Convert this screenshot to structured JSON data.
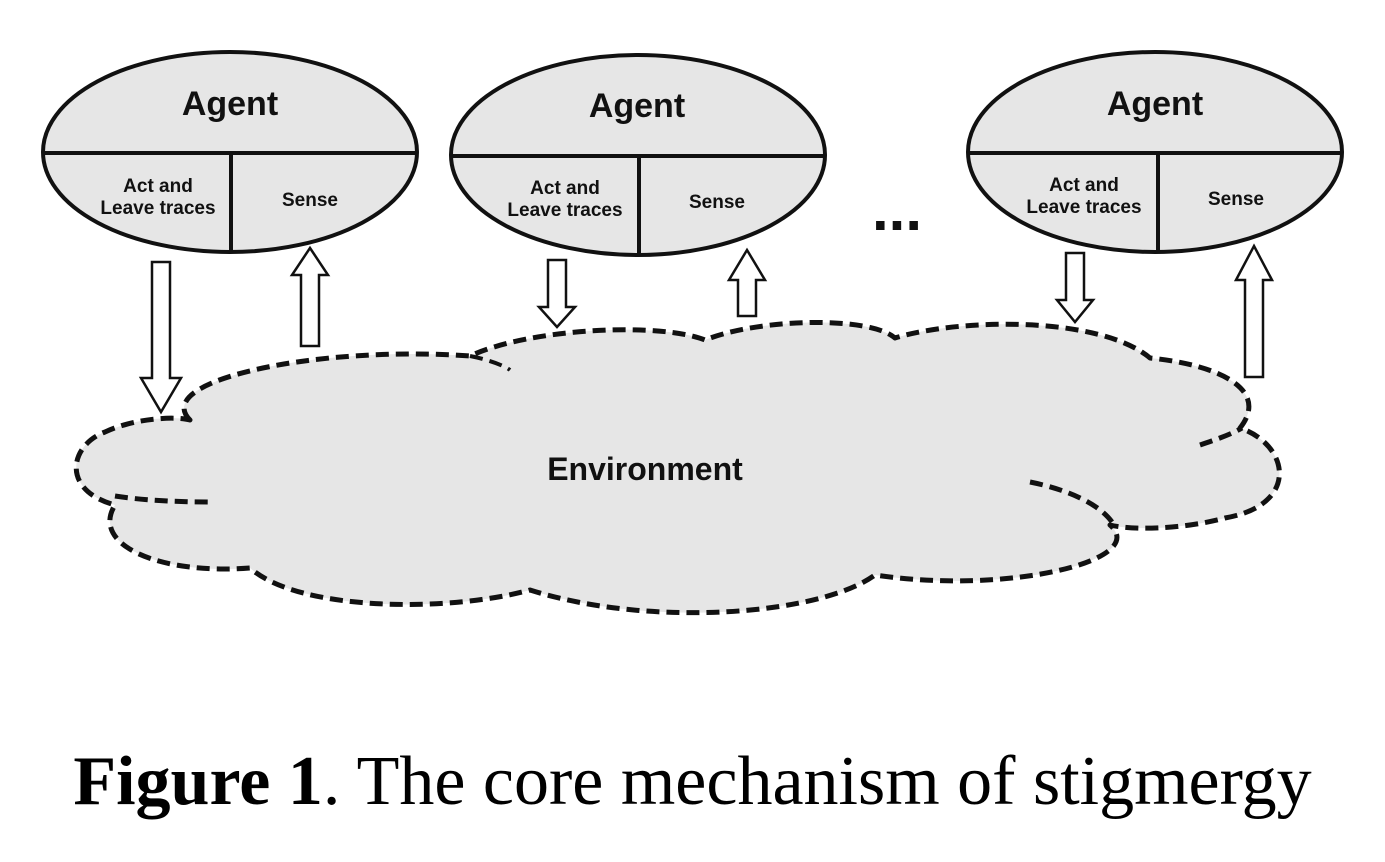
{
  "diagram": {
    "agents": [
      {
        "title": "Agent",
        "act_line1": "Act and",
        "act_line2": "Leave traces",
        "sense": "Sense"
      },
      {
        "title": "Agent",
        "act_line1": "Act and",
        "act_line2": "Leave traces",
        "sense": "Sense"
      },
      {
        "title": "Agent",
        "act_line1": "Act and",
        "act_line2": "Leave traces",
        "sense": "Sense"
      }
    ],
    "ellipsis": "...",
    "environment_label": "Environment"
  },
  "caption": {
    "label": "Figure 1",
    "text": ". The core mechanism of stigmergy"
  },
  "colors": {
    "fill": "#e6e6e6",
    "stroke": "#111111",
    "arrow_fill": "#ffffff"
  }
}
